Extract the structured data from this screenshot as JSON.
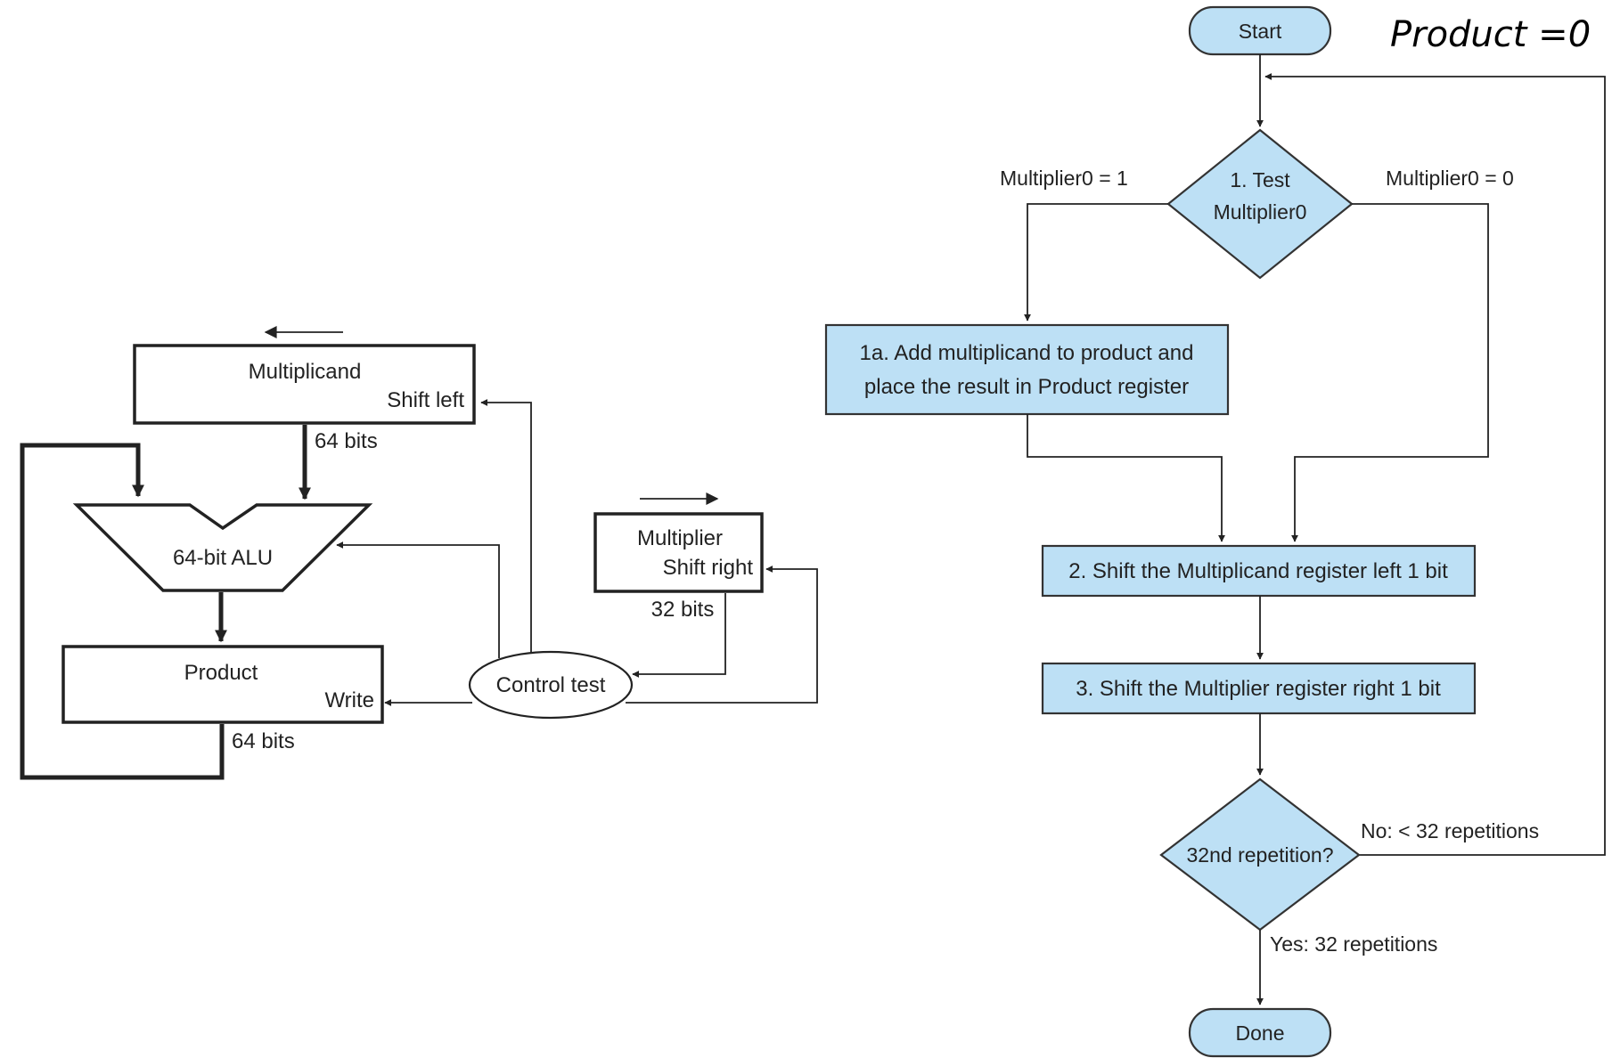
{
  "note": "Product =0",
  "datapath": {
    "multiplicand_label": "Multiplicand",
    "multiplicand_op": "Shift left",
    "multiplicand_width": "64 bits",
    "alu_label": "64-bit ALU",
    "product_label": "Product",
    "product_op": "Write",
    "product_width": "64 bits",
    "control_label": "Control test",
    "multiplier_label": "Multiplier",
    "multiplier_op": "Shift right",
    "multiplier_width": "32 bits"
  },
  "flowchart": {
    "start": "Start",
    "test_line1": "1.  Test",
    "test_line2": "Multiplier0",
    "branch_one": "Multiplier0 = 1",
    "branch_zero": "Multiplier0 = 0",
    "step1a_line1": "1a.  Add multiplicand to product and",
    "step1a_line2": "place the result in Product register",
    "step2": "2.  Shift the Multiplicand register left 1 bit",
    "step3": "3.  Shift the Multiplier register right 1 bit",
    "repeat_label": "32nd repetition?",
    "repeat_no": "No: < 32 repetitions",
    "repeat_yes": "Yes: 32 repetitions",
    "done": "Done"
  }
}
